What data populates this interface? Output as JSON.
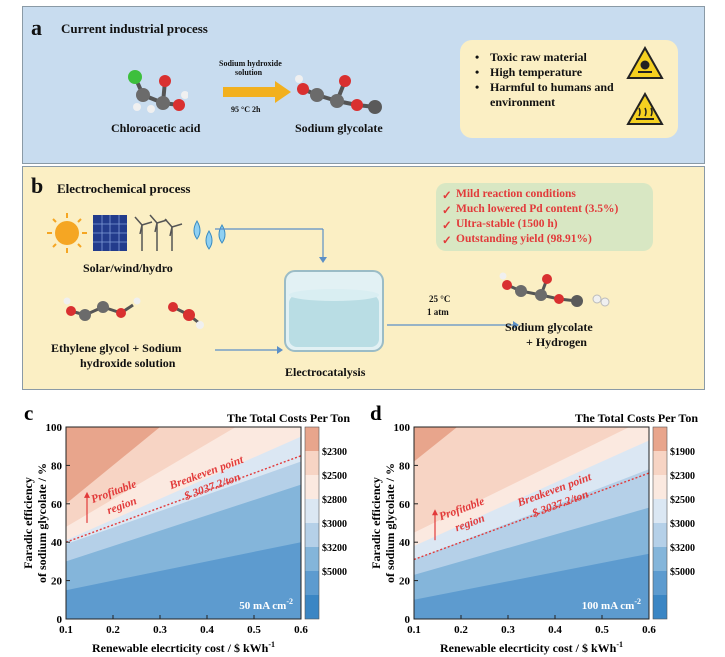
{
  "panel_a": {
    "letter": "a",
    "title": "Current industrial process",
    "reactant": "Chloroacetic acid",
    "reagent_line1": "Sodium hydroxide",
    "reagent_line2": "solution",
    "condition": "95 °C 2h",
    "product": "Sodium glycolate",
    "drawbacks": [
      "Toxic raw material",
      "High temperature",
      "Harmful to humans and environment"
    ],
    "colors": {
      "background": "#c8dcef",
      "arrow": "#f2b01e"
    }
  },
  "panel_b": {
    "letter": "b",
    "title": "Electrochemical process",
    "energy_label": "Solar/wind/hydro",
    "feed_label_line1": "Ethylene glycol + Sodium",
    "feed_label_line2": "hydroxide solution",
    "cell_label": "Electrocatalysis",
    "condition_temp": "25 °C",
    "condition_pressure": "1 atm",
    "product_line1": "Sodium glycolate",
    "product_line2": "+ Hydrogen",
    "advantages": [
      "Mild reaction conditions",
      "Much lowered Pd content (3.5%)",
      "Ultra-stable (1500 h)",
      "Outstanding yield (98.91%)"
    ],
    "colors": {
      "background": "#fbefc4",
      "advantage_text": "#e23a3a"
    }
  },
  "chart_data": [
    {
      "type": "area",
      "panel": "c",
      "title": "The Total Costs Per Ton",
      "xlabel": "Renewable elecrticity cost / $ kWh",
      "xlabel_sup": "-1",
      "ylabel_line1": "Faradic efficiency",
      "ylabel_line2": "of sodium glycolate / %",
      "xlim": [
        0.1,
        0.6
      ],
      "ylim": [
        0,
        100
      ],
      "xticks": [
        "0.1",
        "0.2",
        "0.3",
        "0.4",
        "0.5",
        "0.6"
      ],
      "yticks": [
        "0",
        "20",
        "40",
        "60",
        "80",
        "100"
      ],
      "current_density": "50 mA cm",
      "current_density_sup": "-2",
      "legend": [
        "$2300",
        "$2500",
        "$2800",
        "$3000",
        "$3200",
        "$5000"
      ],
      "cost_contours": [
        {
          "label": "$2300",
          "x": [
            0.1,
            0.6
          ],
          "y": [
            60,
            160
          ]
        },
        {
          "label": "$2500",
          "x": [
            0.1,
            0.6
          ],
          "y": [
            48,
            120
          ]
        },
        {
          "label": "$2800",
          "x": [
            0.1,
            0.6
          ],
          "y": [
            41,
            95
          ]
        },
        {
          "label": "$3000",
          "x": [
            0.1,
            0.6
          ],
          "y": [
            39,
            82
          ]
        },
        {
          "label": "$3200",
          "x": [
            0.1,
            0.6
          ],
          "y": [
            30,
            70
          ]
        },
        {
          "label": "$5000",
          "x": [
            0.1,
            0.6
          ],
          "y": [
            15,
            40
          ]
        }
      ],
      "breakeven": {
        "x": [
          0.1,
          0.6
        ],
        "y": [
          40,
          85
        ],
        "label_line1": "Breakeven point",
        "label_line2": "$ 3037.2/ton"
      },
      "profitable_label_line1": "Profitable",
      "profitable_label_line2": "region",
      "colors": [
        "#e8a58c",
        "#f7d4c4",
        "#fbe9e0",
        "#dbe7f3",
        "#b5d0e8",
        "#84b5da",
        "#5d9bcf",
        "#3b86c4"
      ]
    },
    {
      "type": "area",
      "panel": "d",
      "title": "The Total Costs Per Ton",
      "xlabel": "Renewable elecrticity cost / $ kWh",
      "xlabel_sup": "-1",
      "ylabel_line1": "Faradic efficiency",
      "ylabel_line2": "of sodium glycolate / %",
      "xlim": [
        0.1,
        0.6
      ],
      "ylim": [
        0,
        100
      ],
      "xticks": [
        "0.1",
        "0.2",
        "0.3",
        "0.4",
        "0.5",
        "0.6"
      ],
      "yticks": [
        "0",
        "20",
        "40",
        "60",
        "80",
        "100"
      ],
      "current_density": "100 mA cm",
      "current_density_sup": "-2",
      "legend": [
        "$1900",
        "$2300",
        "$2500",
        "$3000",
        "$3200",
        "$5000"
      ],
      "cost_contours": [
        {
          "label": "$1900",
          "x": [
            0.1,
            0.6
          ],
          "y": [
            82,
            180
          ]
        },
        {
          "label": "$2300",
          "x": [
            0.1,
            0.6
          ],
          "y": [
            45,
            105
          ]
        },
        {
          "label": "$2500",
          "x": [
            0.1,
            0.6
          ],
          "y": [
            38,
            93
          ]
        },
        {
          "label": "$3000",
          "x": [
            0.1,
            0.6
          ],
          "y": [
            31,
            78
          ]
        },
        {
          "label": "$3200",
          "x": [
            0.1,
            0.6
          ],
          "y": [
            23,
            58
          ]
        },
        {
          "label": "$5000",
          "x": [
            0.1,
            0.6
          ],
          "y": [
            10,
            34
          ]
        }
      ],
      "breakeven": {
        "x": [
          0.1,
          0.6
        ],
        "y": [
          31,
          76
        ],
        "label_line1": "Breakeven point",
        "label_line2": "$ 3037.2/ton"
      },
      "profitable_label_line1": "Profitable",
      "profitable_label_line2": "region",
      "colors": [
        "#e8a58c",
        "#f7d4c4",
        "#fbe9e0",
        "#dbe7f3",
        "#b5d0e8",
        "#84b5da",
        "#5d9bcf",
        "#3b86c4"
      ]
    }
  ]
}
